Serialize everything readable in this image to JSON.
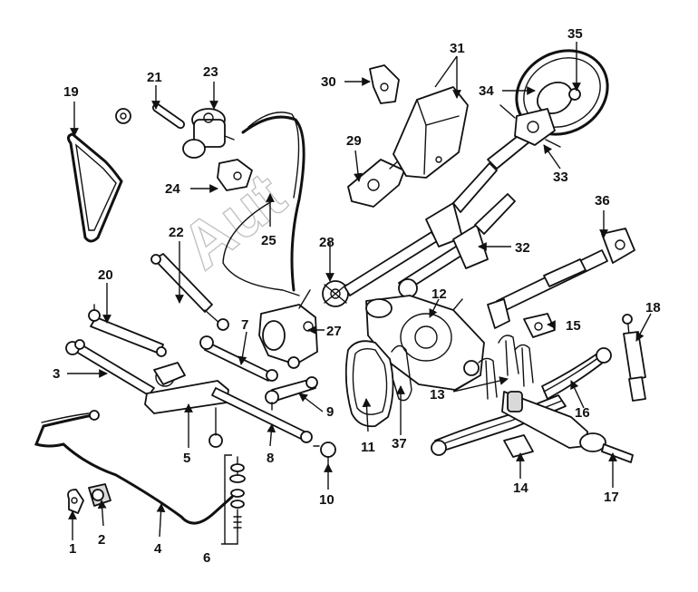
{
  "watermark": "Aut",
  "callouts": {
    "n1": "1",
    "n2": "2",
    "n3": "3",
    "n4": "4",
    "n5": "5",
    "n6": "6",
    "n7": "7",
    "n8": "8",
    "n9": "9",
    "n10": "10",
    "n11": "11",
    "n12": "12",
    "n13": "13",
    "n14": "14",
    "n15": "15",
    "n16": "16",
    "n17": "17",
    "n18": "18",
    "n19": "19",
    "n20": "20",
    "n21": "21",
    "n22": "22",
    "n23": "23",
    "n24": "24",
    "n25": "25",
    "n27": "27",
    "n28": "28",
    "n29": "29",
    "n30": "30",
    "n31": "31",
    "n32": "32",
    "n33": "33",
    "n34": "34",
    "n35": "35",
    "n36": "36",
    "n37": "37"
  }
}
